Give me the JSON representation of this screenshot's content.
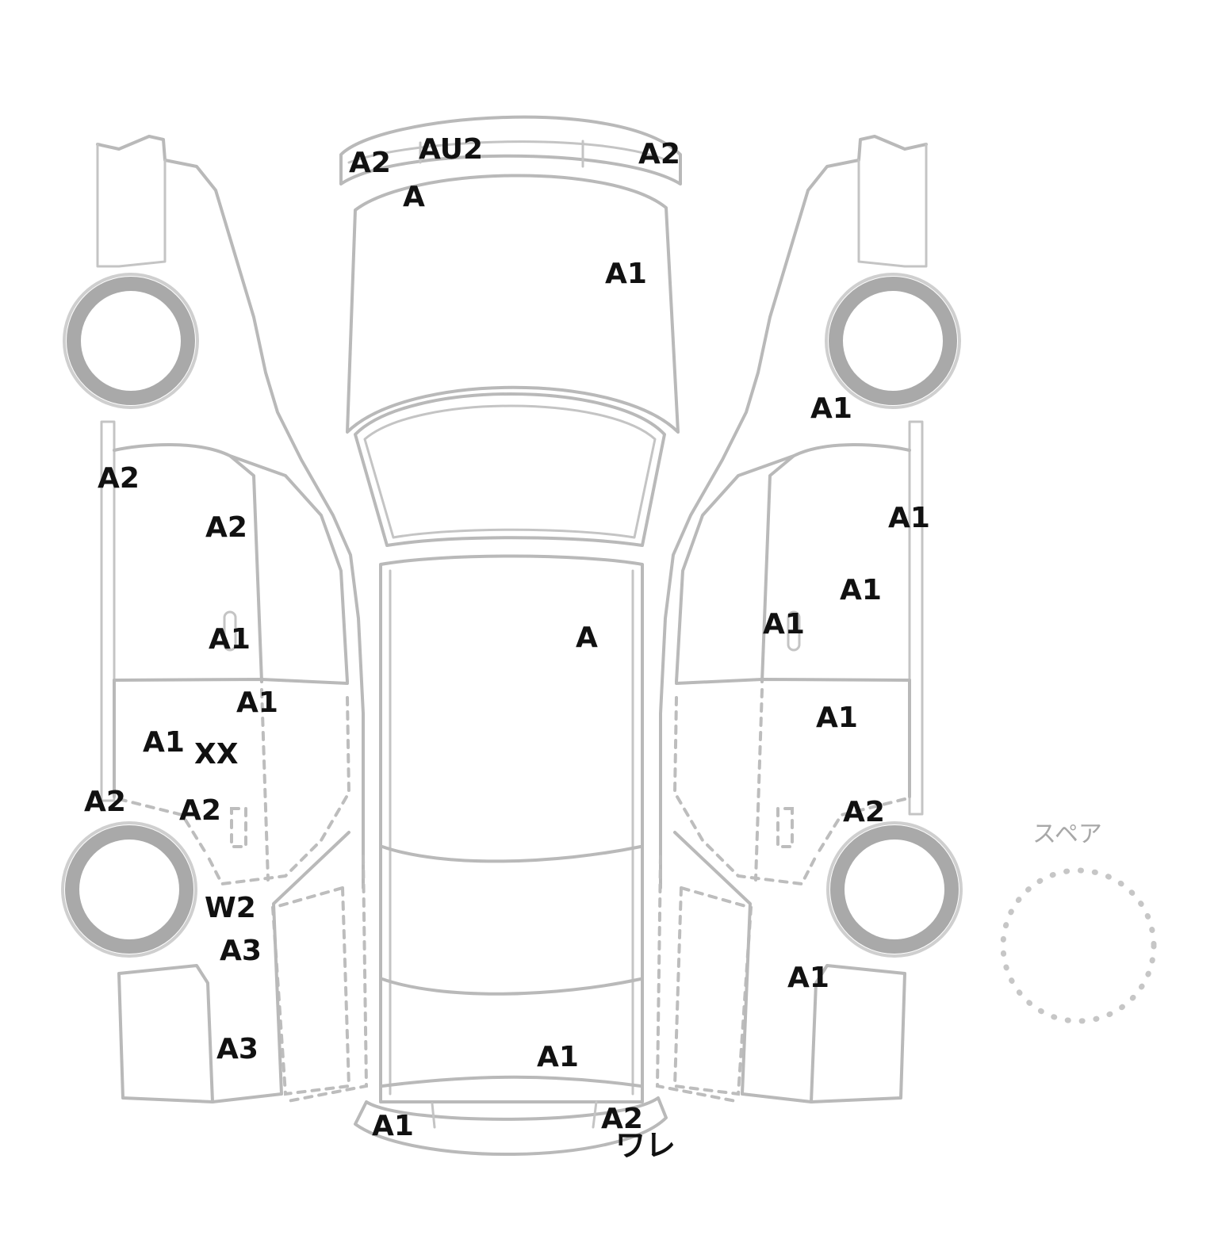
{
  "spare": {
    "label": "スペア"
  },
  "annotations": [
    {
      "id": "front-bumper-left",
      "text": "A2"
    },
    {
      "id": "front-bumper-center",
      "text": "AU2"
    },
    {
      "id": "front-bumper-right",
      "text": "A2"
    },
    {
      "id": "front-grille",
      "text": "A"
    },
    {
      "id": "hood",
      "text": "A1"
    },
    {
      "id": "left-front-pillar",
      "text": "A2"
    },
    {
      "id": "left-front-door-upper",
      "text": "A2"
    },
    {
      "id": "left-front-door-handle",
      "text": "A1"
    },
    {
      "id": "left-rear-door-upper",
      "text": "A1"
    },
    {
      "id": "left-rear-door-lower",
      "text": "A1"
    },
    {
      "id": "left-rear-door-xx",
      "text": "XX"
    },
    {
      "id": "left-rocker",
      "text": "A2"
    },
    {
      "id": "left-rear-fender-upper",
      "text": "A2"
    },
    {
      "id": "left-rear-wheel",
      "text": "W2"
    },
    {
      "id": "left-quarter-upper",
      "text": "A3"
    },
    {
      "id": "left-quarter-lower",
      "text": "A3"
    },
    {
      "id": "roof",
      "text": "A"
    },
    {
      "id": "trunk",
      "text": "A1"
    },
    {
      "id": "rear-bumper-left",
      "text": "A1"
    },
    {
      "id": "rear-bumper-right",
      "text": "A2"
    },
    {
      "id": "rear-bumper-crack",
      "text": "ワレ"
    },
    {
      "id": "right-front-fender",
      "text": "A1"
    },
    {
      "id": "right-pillar",
      "text": "A1"
    },
    {
      "id": "right-front-door",
      "text": "A1"
    },
    {
      "id": "right-front-door-handle",
      "text": "A1"
    },
    {
      "id": "right-rear-door",
      "text": "A1"
    },
    {
      "id": "right-rear-fender",
      "text": "A2"
    },
    {
      "id": "right-quarter",
      "text": "A1"
    }
  ]
}
